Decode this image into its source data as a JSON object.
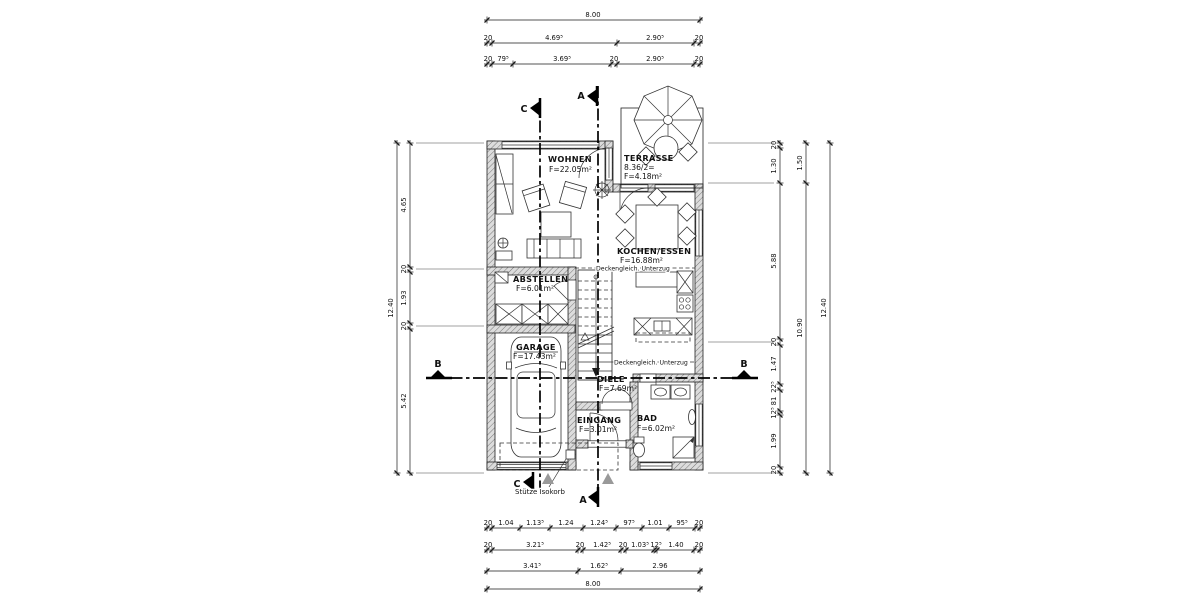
{
  "rooms": {
    "wohnen": {
      "name": "WOHNEN",
      "area": "F=22.05m²"
    },
    "terrasse": {
      "name": "TERRASSE",
      "calc": "8.36/2=",
      "area": "F=4.18m²"
    },
    "kochen": {
      "name": "KOCHEN/ESSEN",
      "area": "F=16.88m²"
    },
    "abstellen": {
      "name": "ABSTELLEN",
      "area": "F=6.01m²"
    },
    "garage": {
      "name": "GARAGE",
      "area": "F=17.43m²"
    },
    "diele": {
      "name": "DIELE",
      "area": "F=7.69m²"
    },
    "eingang": {
      "name": "EINGANG",
      "area": "F=3.01m²"
    },
    "bad": {
      "name": "BAD",
      "area": "F=6.02m²"
    }
  },
  "annotations": {
    "unterzug_top": "Deckengleich. Unterzug",
    "unterzug_mid": "Deckengleich. Unterzug",
    "stuetze": "Stütze Isokorb"
  },
  "sections": {
    "a": "A",
    "b": "B",
    "c": "C"
  },
  "dims": {
    "top": {
      "total": "8.00",
      "row2": [
        "20",
        "4.69⁵",
        "2.90⁵",
        "20"
      ],
      "row3": [
        "20",
        "79⁵",
        "3.69⁵",
        "20",
        "2.90⁵",
        "20"
      ]
    },
    "bottom": {
      "row1": [
        "20",
        "1.04",
        "1.13⁵",
        "1.24",
        "1.24⁵",
        "97⁵",
        "1.01",
        "95⁵",
        "20"
      ],
      "row2": [
        "20",
        "3.21⁵",
        "20",
        "1.42⁵",
        "20",
        "1.03⁵",
        "12⁵",
        "1.40",
        "20"
      ],
      "row3": [
        "3.41⁵",
        "1.62⁵",
        "2.96"
      ],
      "total": "8.00"
    },
    "left": {
      "segments": [
        "4.65",
        "20",
        "1.93",
        "20",
        "5.42"
      ],
      "total": "12.40"
    },
    "right": {
      "segments": [
        "20",
        "1.30",
        "5.88",
        "20",
        "1.47",
        "22⁵",
        "81",
        "12⁵",
        "1.99",
        "20"
      ],
      "middle": [
        "1.50",
        "10.90"
      ],
      "total": "12.40"
    }
  },
  "colors": {
    "line": "#1a1a1a",
    "wall_fill": "#dcdcdc",
    "section_gray": "#999999"
  }
}
